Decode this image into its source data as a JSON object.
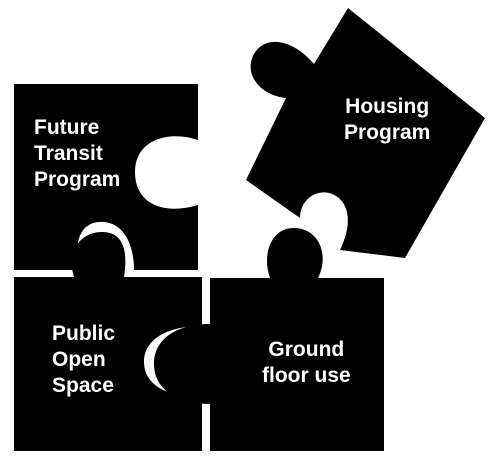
{
  "colors": {
    "piece_fill": "#000000",
    "label_text": "#ffffff",
    "background": "#ffffff"
  },
  "pieces": {
    "future_transit": {
      "line1": "Future",
      "line2": "Transit",
      "line3": "Program"
    },
    "housing": {
      "line1": "Housing",
      "line2": "Program"
    },
    "open_space": {
      "line1": "Public",
      "line2": "Open",
      "line3": "Space"
    },
    "ground_floor": {
      "line1": "Ground",
      "line2": "floor use"
    }
  }
}
